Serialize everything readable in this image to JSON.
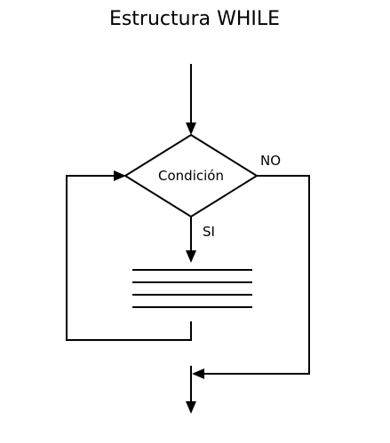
{
  "title": "Estructura WHILE",
  "nodes": {
    "condition": {
      "label": "Condición"
    },
    "process": {
      "label": ""
    }
  },
  "edges": {
    "yes": {
      "label": "SI"
    },
    "no": {
      "label": "NO"
    }
  },
  "colors": {
    "stroke": "#000000",
    "background": "#ffffff"
  }
}
